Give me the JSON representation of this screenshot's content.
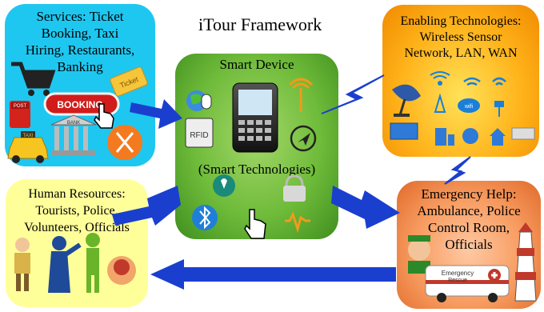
{
  "title": "iTour Framework",
  "services": {
    "lines": [
      "Services: Ticket",
      "Booking, Taxi",
      "Hiring, Restaurants,",
      "Banking"
    ],
    "booking_label": "BOOKING",
    "ticket_label": "Ticket",
    "post_label": "POST",
    "taxi_label": "TAXI",
    "bank_label": "BANK"
  },
  "enabling": {
    "lines": [
      "Enabling Technologies:",
      "Wireless Sensor",
      "Network, LAN, WAN"
    ],
    "wifi_label": "wifi"
  },
  "smart": {
    "heading": "Smart Device",
    "subheading": "(Smart Technologies)",
    "rfid_label": "RFID"
  },
  "human": {
    "lines": [
      "Human Resources:",
      "Tourists, Police,",
      "Volunteers, Officials"
    ]
  },
  "emergency": {
    "lines": [
      "Emergency Help:",
      "Ambulance,  Police",
      "Control Room,",
      "Officials"
    ],
    "ambulance_label": "Emergency",
    "ambulance_sub": "Rescue"
  },
  "colors": {
    "services_bg": "#1ec7f0",
    "enabling_bg": "#ffb31a",
    "smart_bg": "#6fbb3a",
    "human_bg": "#ffff9a",
    "emergency_bg": "#f79a5e",
    "arrow": "#1a3fcf"
  }
}
